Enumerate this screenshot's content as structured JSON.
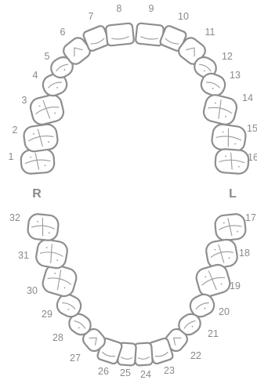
{
  "chart": {
    "side_labels": {
      "right": "R",
      "left": "L"
    },
    "upper_teeth": [
      {
        "number": "1",
        "type": "molar"
      },
      {
        "number": "2",
        "type": "molar"
      },
      {
        "number": "3",
        "type": "molar"
      },
      {
        "number": "4",
        "type": "premolar"
      },
      {
        "number": "5",
        "type": "premolar"
      },
      {
        "number": "6",
        "type": "canine"
      },
      {
        "number": "7",
        "type": "incisor"
      },
      {
        "number": "8",
        "type": "incisor"
      },
      {
        "number": "9",
        "type": "incisor"
      },
      {
        "number": "10",
        "type": "incisor"
      },
      {
        "number": "11",
        "type": "canine"
      },
      {
        "number": "12",
        "type": "premolar"
      },
      {
        "number": "13",
        "type": "premolar"
      },
      {
        "number": "14",
        "type": "molar"
      },
      {
        "number": "15",
        "type": "molar"
      },
      {
        "number": "16",
        "type": "molar"
      }
    ],
    "lower_teeth": [
      {
        "number": "17",
        "type": "molar"
      },
      {
        "number": "18",
        "type": "molar"
      },
      {
        "number": "19",
        "type": "molar"
      },
      {
        "number": "20",
        "type": "premolar"
      },
      {
        "number": "21",
        "type": "premolar"
      },
      {
        "number": "22",
        "type": "canine"
      },
      {
        "number": "23",
        "type": "incisor"
      },
      {
        "number": "24",
        "type": "incisor"
      },
      {
        "number": "25",
        "type": "incisor"
      },
      {
        "number": "26",
        "type": "incisor"
      },
      {
        "number": "27",
        "type": "canine"
      },
      {
        "number": "28",
        "type": "premolar"
      },
      {
        "number": "29",
        "type": "premolar"
      },
      {
        "number": "30",
        "type": "molar"
      },
      {
        "number": "31",
        "type": "molar"
      },
      {
        "number": "32",
        "type": "molar"
      }
    ]
  }
}
